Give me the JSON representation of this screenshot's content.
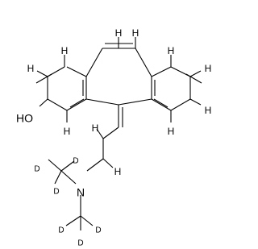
{
  "molecule": {
    "labels": {
      "hydroxyl": "HO",
      "nitrogen": "N",
      "hydrogen": "H",
      "deuterium": "D"
    }
  }
}
